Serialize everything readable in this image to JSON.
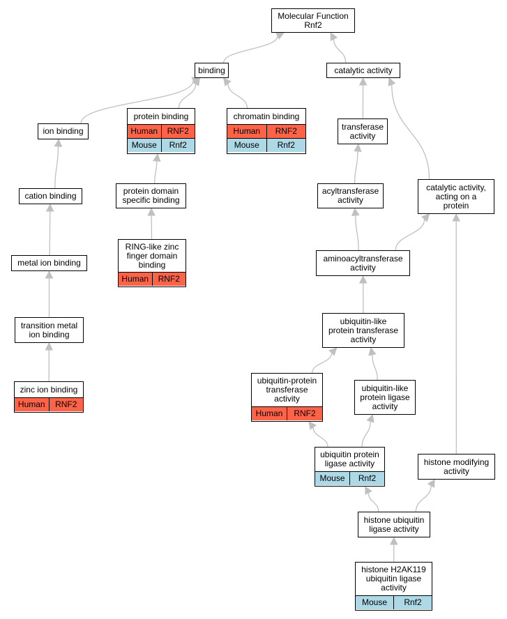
{
  "colors": {
    "human": "#FF6347",
    "mouse": "#ADD8E6",
    "edge": "#C0C0C0"
  },
  "nodes": {
    "molecular_function": {
      "label": "Molecular Function\nRnf2"
    },
    "binding": {
      "label": "binding"
    },
    "catalytic_activity": {
      "label": "catalytic activity"
    },
    "ion_binding": {
      "label": "ion binding"
    },
    "protein_binding": {
      "label": "protein binding",
      "rows": [
        [
          "Human",
          "RNF2"
        ],
        [
          "Mouse",
          "Rnf2"
        ]
      ]
    },
    "chromatin_binding": {
      "label": "chromatin binding",
      "rows": [
        [
          "Human",
          "RNF2"
        ],
        [
          "Mouse",
          "Rnf2"
        ]
      ]
    },
    "transferase_activity": {
      "label": "transferase\nactivity"
    },
    "cation_binding": {
      "label": "cation binding"
    },
    "protein_domain_specific_binding": {
      "label": "protein domain\nspecific binding"
    },
    "acyltransferase_activity": {
      "label": "acyltransferase\nactivity"
    },
    "catalytic_activity_acting_on_protein": {
      "label": "catalytic activity,\nacting on a\nprotein"
    },
    "ring_like_zinc_finger_domain_binding": {
      "label": "RING-like zinc\nfinger domain\nbinding",
      "rows": [
        [
          "Human",
          "RNF2"
        ]
      ]
    },
    "metal_ion_binding": {
      "label": "metal ion binding"
    },
    "aminoacyltransferase_activity": {
      "label": "aminoacyltransferase\nactivity"
    },
    "transition_metal_ion_binding": {
      "label": "transition metal\nion binding"
    },
    "ubiquitin_like_protein_transferase_activity": {
      "label": "ubiquitin-like\nprotein transferase\nactivity"
    },
    "ubiquitin_protein_transferase_activity": {
      "label": "ubiquitin-protein\ntransferase\nactivity",
      "rows": [
        [
          "Human",
          "RNF2"
        ]
      ]
    },
    "zinc_ion_binding": {
      "label": "zinc ion binding",
      "rows": [
        [
          "Human",
          "RNF2"
        ]
      ]
    },
    "ubiquitin_like_protein_ligase_activity": {
      "label": "ubiquitin-like\nprotein ligase\nactivity"
    },
    "ubiquitin_protein_ligase_activity": {
      "label": "ubiquitin protein\nligase activity",
      "rows": [
        [
          "Mouse",
          "Rnf2"
        ]
      ]
    },
    "histone_modifying_activity": {
      "label": "histone modifying\nactivity"
    },
    "histone_ubiquitin_ligase_activity": {
      "label": "histone ubiquitin\nligase activity"
    },
    "histone_h2ak119_ubiquitin_ligase_activity": {
      "label": "histone H2AK119\nubiquitin ligase\nactivity",
      "rows": [
        [
          "Mouse",
          "Rnf2"
        ]
      ]
    }
  },
  "edges": [
    [
      "binding",
      "molecular_function"
    ],
    [
      "catalytic_activity",
      "molecular_function"
    ],
    [
      "ion_binding",
      "binding"
    ],
    [
      "protein_binding",
      "binding"
    ],
    [
      "chromatin_binding",
      "binding"
    ],
    [
      "cation_binding",
      "ion_binding"
    ],
    [
      "metal_ion_binding",
      "cation_binding"
    ],
    [
      "transition_metal_ion_binding",
      "metal_ion_binding"
    ],
    [
      "zinc_ion_binding",
      "transition_metal_ion_binding"
    ],
    [
      "protein_domain_specific_binding",
      "protein_binding"
    ],
    [
      "ring_like_zinc_finger_domain_binding",
      "protein_domain_specific_binding"
    ],
    [
      "transferase_activity",
      "catalytic_activity"
    ],
    [
      "catalytic_activity_acting_on_protein",
      "catalytic_activity"
    ],
    [
      "acyltransferase_activity",
      "transferase_activity"
    ],
    [
      "aminoacyltransferase_activity",
      "acyltransferase_activity"
    ],
    [
      "aminoacyltransferase_activity",
      "catalytic_activity_acting_on_protein"
    ],
    [
      "ubiquitin_like_protein_transferase_activity",
      "aminoacyltransferase_activity"
    ],
    [
      "ubiquitin_protein_transferase_activity",
      "ubiquitin_like_protein_transferase_activity"
    ],
    [
      "ubiquitin_like_protein_ligase_activity",
      "ubiquitin_like_protein_transferase_activity"
    ],
    [
      "ubiquitin_protein_ligase_activity",
      "ubiquitin_protein_transferase_activity"
    ],
    [
      "ubiquitin_protein_ligase_activity",
      "ubiquitin_like_protein_ligase_activity"
    ],
    [
      "histone_ubiquitin_ligase_activity",
      "ubiquitin_protein_ligase_activity"
    ],
    [
      "histone_ubiquitin_ligase_activity",
      "histone_modifying_activity"
    ],
    [
      "histone_modifying_activity",
      "catalytic_activity_acting_on_protein"
    ],
    [
      "histone_h2ak119_ubiquitin_ligase_activity",
      "histone_ubiquitin_ligase_activity"
    ]
  ]
}
